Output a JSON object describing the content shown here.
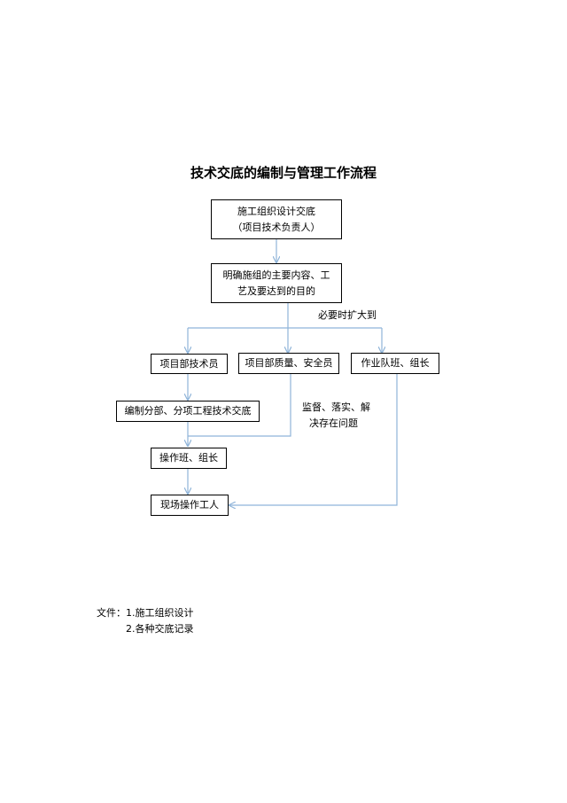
{
  "title": "技术交底的编制与管理工作流程",
  "nodes": {
    "design": {
      "line1": "施工组织设计交底",
      "line2": "（项目技术负责人）"
    },
    "clarify": {
      "line1": "明确施组的主要内容、工",
      "line2": "艺及要达到的目的"
    },
    "tech_staff": "项目部技术员",
    "quality_safety": "项目部质量、安全员",
    "team_leader": "作业队班、组长",
    "prepare": "编制分部、分项工程技术交底",
    "operator_leader": "操作班、组长",
    "workers": "现场操作工人"
  },
  "notes": {
    "expand": "必要时扩大到",
    "supervise_line1": "监督、落实、解",
    "supervise_line2": "决存在问题"
  },
  "files": {
    "label": "文件：",
    "item1": "1.施工组织设计",
    "item2": "2.各种交底记录"
  },
  "colors": {
    "arrow": "#8fb4d9",
    "border": "#000000"
  }
}
